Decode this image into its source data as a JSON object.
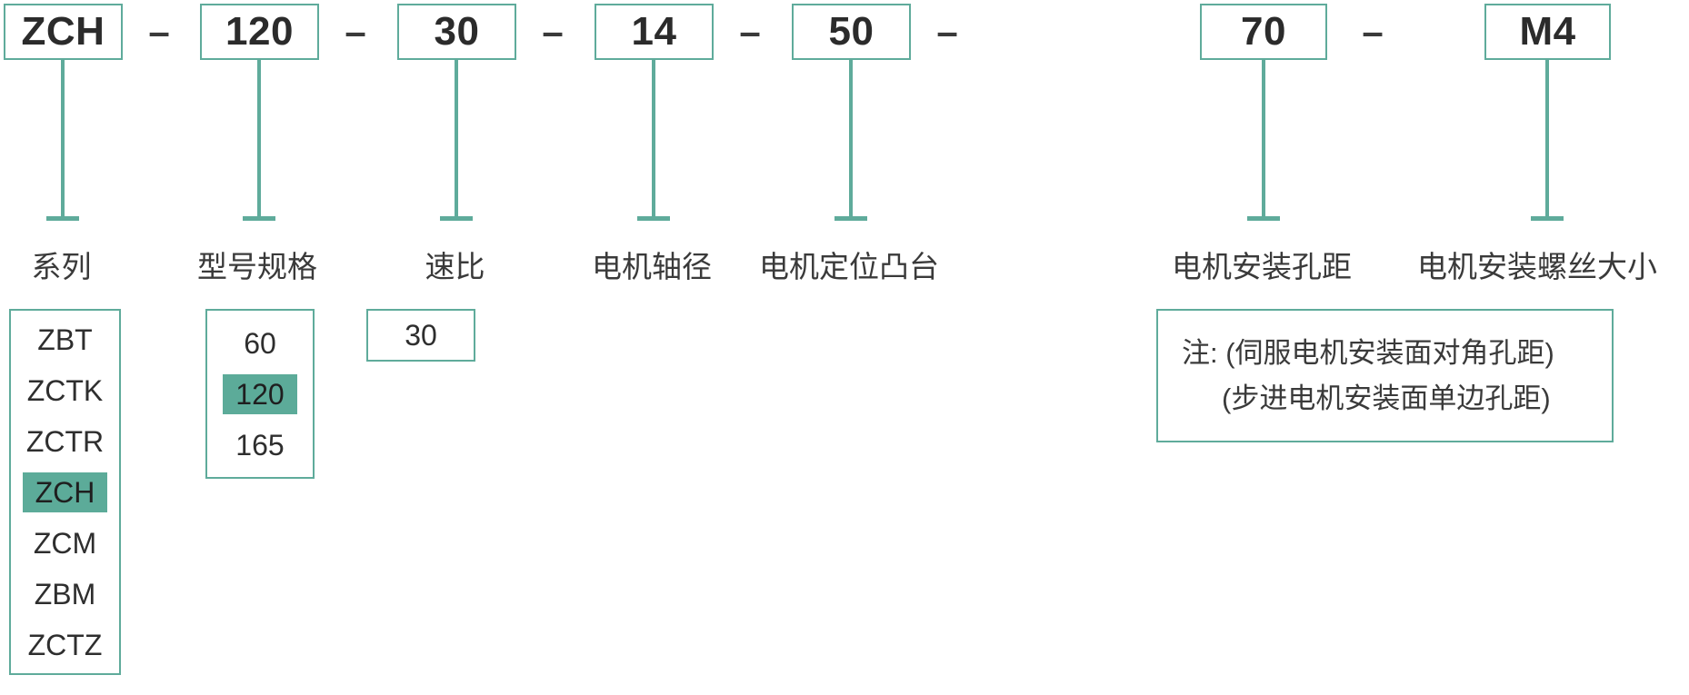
{
  "model_code": {
    "separator": "–",
    "segments": [
      {
        "value": "ZCH",
        "label": "系列"
      },
      {
        "value": "120",
        "label": "型号规格"
      },
      {
        "value": "30",
        "label": "速比"
      },
      {
        "value": "14",
        "label": "电机轴径"
      },
      {
        "value": "50",
        "label": "电机定位凸台"
      },
      {
        "value": "70",
        "label": "电机安装孔距"
      },
      {
        "value": "M4",
        "label": "电机安装螺丝大小"
      }
    ]
  },
  "series_options": {
    "items": [
      "ZBT",
      "ZCTK",
      "ZCTR",
      "ZCH",
      "ZCM",
      "ZBM",
      "ZCTZ"
    ],
    "selected": "ZCH"
  },
  "model_spec_options": {
    "items": [
      "60",
      "120",
      "165"
    ],
    "selected": "120"
  },
  "ratio_options": {
    "items": [
      "30"
    ],
    "selected": "30"
  },
  "note": {
    "line1": "注: (伺服电机安装面对角孔距)",
    "line2": "(步进电机安装面单边孔距)"
  },
  "colors": {
    "accent": "#5fab9b",
    "highlight": "#5cab99",
    "text": "#2e2e2e"
  }
}
